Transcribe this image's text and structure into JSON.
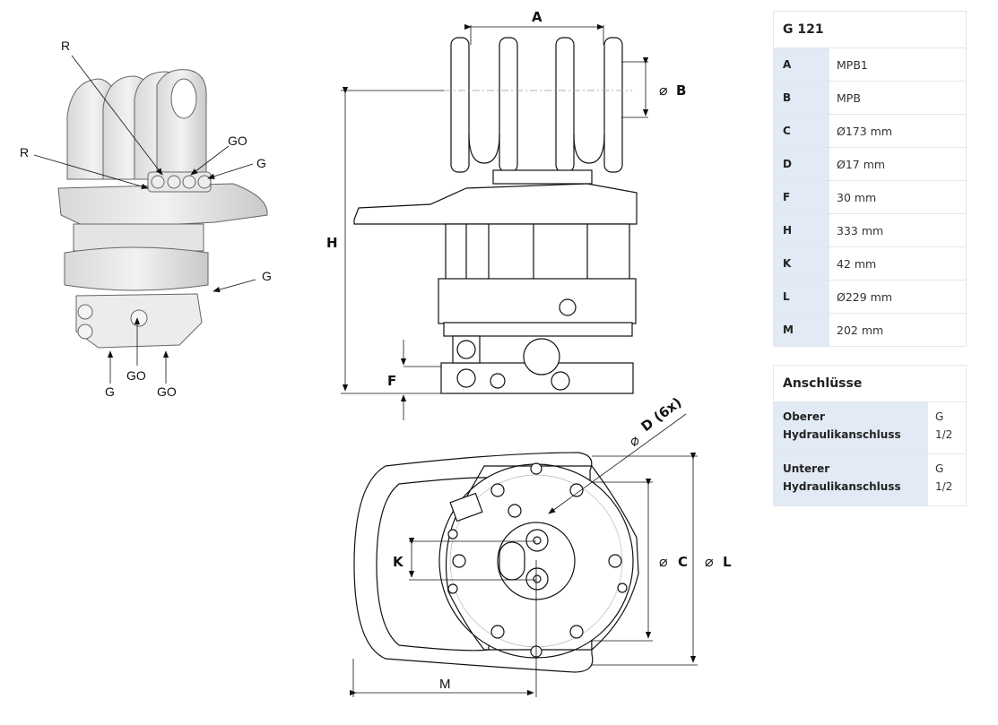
{
  "iso_view": {
    "callouts": [
      {
        "id": "r-top",
        "text": "R"
      },
      {
        "id": "r-left",
        "text": "R"
      },
      {
        "id": "go-top",
        "text": "GO"
      },
      {
        "id": "g-top",
        "text": "G"
      },
      {
        "id": "g-side",
        "text": "G"
      },
      {
        "id": "go-bottom-mid",
        "text": "GO"
      },
      {
        "id": "g-bottom",
        "text": "G"
      },
      {
        "id": "go-bottom-right",
        "text": "GO"
      }
    ]
  },
  "side_view": {
    "dims": {
      "A": "A",
      "B": "B",
      "H": "H",
      "F": "F",
      "diameter_symbol": "⌀"
    }
  },
  "top_view": {
    "dims": {
      "D": "D (6x)",
      "C": "C",
      "L": "L",
      "K": "K",
      "M": "M",
      "diameter_symbol": "⌀"
    }
  },
  "spec_table": {
    "title": "G 121",
    "rows": [
      {
        "key": "A",
        "value": "MPB1"
      },
      {
        "key": "B",
        "value": "MPB"
      },
      {
        "key": "C",
        "value": "Ø173 mm"
      },
      {
        "key": "D",
        "value": "Ø17 mm"
      },
      {
        "key": "F",
        "value": "30 mm"
      },
      {
        "key": "H",
        "value": "333 mm"
      },
      {
        "key": "K",
        "value": "42 mm"
      },
      {
        "key": "L",
        "value": "Ø229 mm"
      },
      {
        "key": "M",
        "value": "202 mm"
      }
    ]
  },
  "connections_table": {
    "title": "Anschlüsse",
    "rows": [
      {
        "key": "Oberer Hydraulikanschluss",
        "value": "G 1/2"
      },
      {
        "key": "Unterer Hydraulikanschluss",
        "value": "G 1/2"
      }
    ]
  },
  "colors": {
    "key_bg": "#e2ebf5",
    "border": "#e3e6ea"
  }
}
